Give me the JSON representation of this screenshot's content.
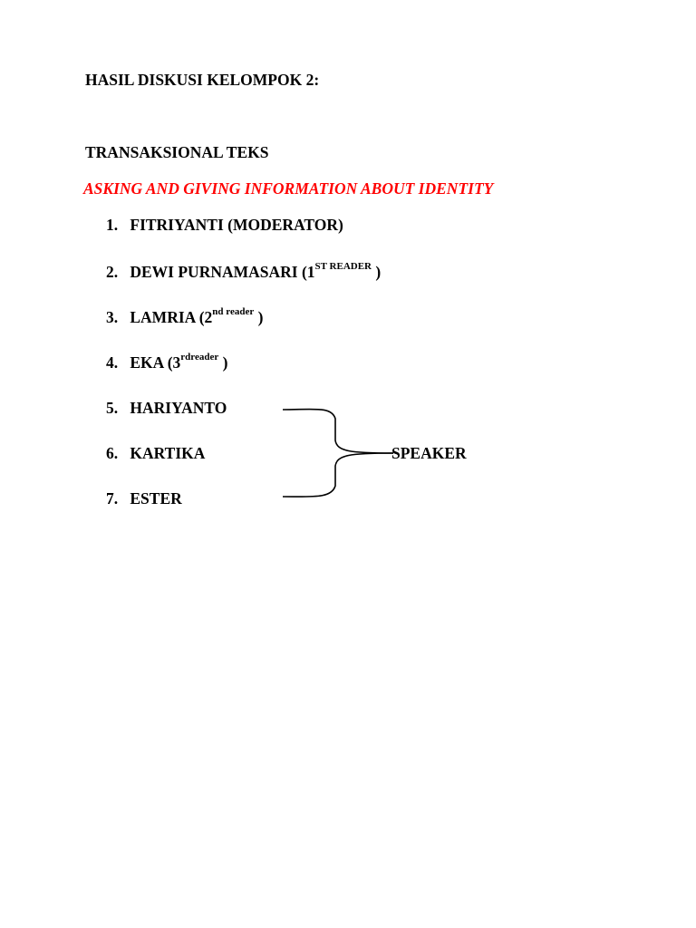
{
  "document": {
    "title": "HASIL DISKUSI KELOMPOK 2:",
    "section": "TRANSAKSIONAL TEKS",
    "subtitle": "ASKING AND GIVING INFORMATION ABOUT IDENTITY",
    "subtitle_color": "#ff0000",
    "items": [
      {
        "num": "1.",
        "text": "FITRIYANTI (MODERATOR)",
        "sup": "",
        "tail": ""
      },
      {
        "num": "2.",
        "text": "DEWI PURNAMASARI (1",
        "sup": "ST READER",
        "tail": " )"
      },
      {
        "num": "3.",
        "text": "LAMRIA (2",
        "sup": "nd reader",
        "tail": " )"
      },
      {
        "num": "4.",
        "text": "EKA (3",
        "sup": "rdreader",
        "tail": " )"
      },
      {
        "num": "5.",
        "text": "HARIYANTO",
        "sup": "",
        "tail": ""
      },
      {
        "num": "6.",
        "text": "KARTIKA",
        "sup": "",
        "tail": ""
      },
      {
        "num": "7.",
        "text": "ESTER",
        "sup": "",
        "tail": ""
      }
    ],
    "group_label": "SPEAKER"
  }
}
